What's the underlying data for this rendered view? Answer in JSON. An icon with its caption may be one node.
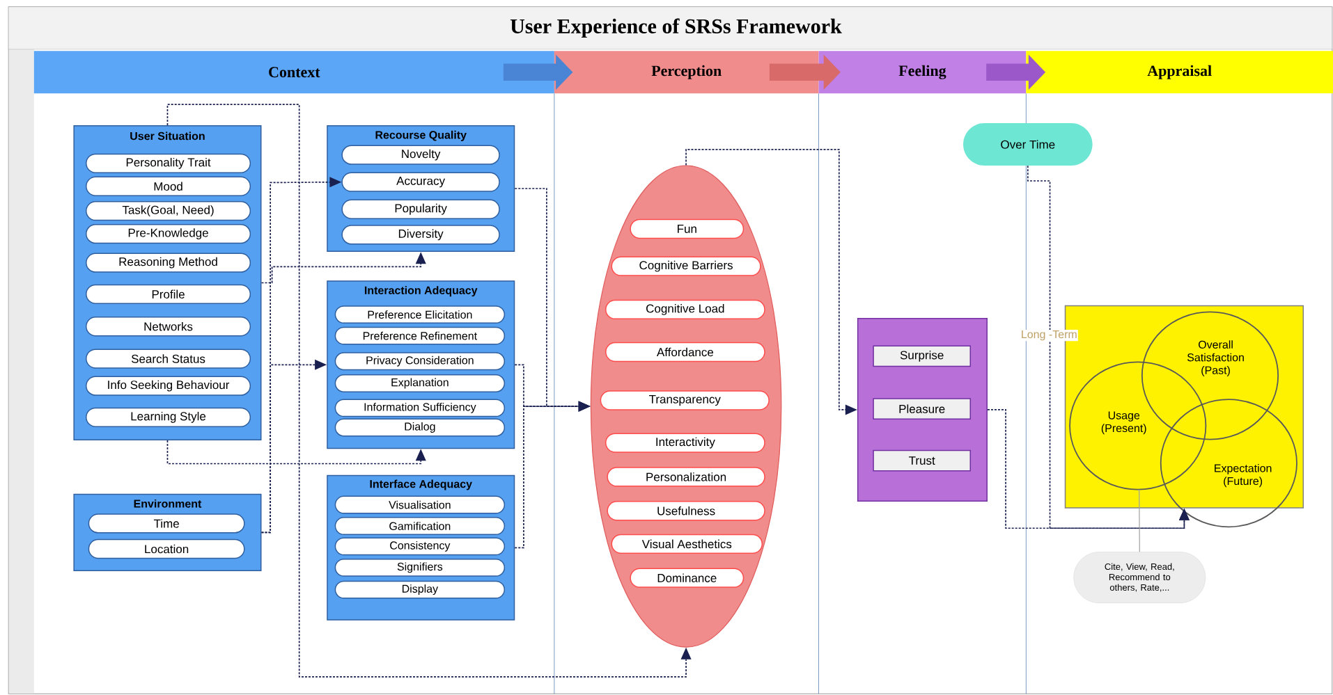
{
  "diagram": {
    "title": "User Experience of SRSs Framework",
    "nodes": [
      {
        "text": [
          "Context"
        ]
      },
      {
        "text": [
          "Perception"
        ]
      },
      {
        "text": [
          "Feeling"
        ]
      },
      {
        "text": [
          "Appraisal"
        ]
      },
      {
        "text": [
          "User Situation"
        ]
      },
      {
        "text": [
          "Personality Trait"
        ],
        "in": 4
      },
      {
        "text": [
          "Mood"
        ],
        "in": 4
      },
      {
        "text": [
          "Task(Goal, Need)"
        ],
        "in": 4
      },
      {
        "text": [
          "Pre-Knowledge"
        ],
        "in": 4
      },
      {
        "text": [
          "Reasoning Method"
        ],
        "in": 4
      },
      {
        "text": [
          "Profile"
        ],
        "in": 4
      },
      {
        "text": [
          "Networks"
        ],
        "in": 4
      },
      {
        "text": [
          "Search Status"
        ],
        "in": 4
      },
      {
        "text": [
          "Info Seeking Behaviour"
        ],
        "in": 4
      },
      {
        "text": [
          "Learning Style"
        ],
        "in": 4
      },
      {
        "text": [
          "Recourse Quality"
        ]
      },
      {
        "text": [
          "Novelty"
        ],
        "in": 15
      },
      {
        "text": [
          "Accuracy"
        ],
        "in": 15
      },
      {
        "text": [
          "Popularity"
        ],
        "in": 15
      },
      {
        "text": [
          "Diversity"
        ],
        "in": 15
      },
      {
        "text": [
          "Interaction Adequacy"
        ]
      },
      {
        "text": [
          "Preference Elicitation"
        ],
        "in": 20
      },
      {
        "text": [
          "Preference Refinement"
        ],
        "in": 20
      },
      {
        "text": [
          "Privacy Consideration"
        ],
        "in": 20
      },
      {
        "text": [
          "Explanation"
        ],
        "in": 20
      },
      {
        "text": [
          "Information Sufficiency"
        ],
        "in": 20
      },
      {
        "text": [
          "Dialog"
        ],
        "in": 20
      },
      {
        "text": [
          "Environment"
        ]
      },
      {
        "text": [
          "Time"
        ],
        "in": 27
      },
      {
        "text": [
          "Location"
        ],
        "in": 27
      },
      {
        "text": [
          "Interface Adequacy"
        ]
      },
      {
        "text": [
          "Visualisation"
        ],
        "in": 30
      },
      {
        "text": [
          "Gamification"
        ],
        "in": 30
      },
      {
        "text": [
          "Consistency"
        ],
        "in": 30
      },
      {
        "text": [
          "Signifiers"
        ],
        "in": 30
      },
      {
        "text": [
          "Display"
        ],
        "in": 30
      },
      {
        "text": [],
        "shape": "ellipse"
      },
      {
        "text": [
          "Fun"
        ],
        "in": 36
      },
      {
        "text": [
          "Cognitive Barriers"
        ],
        "in": 36
      },
      {
        "text": [
          "Cognitive Load"
        ],
        "in": 36
      },
      {
        "text": [
          "Affordance"
        ],
        "in": 36
      },
      {
        "text": [
          "Transparency"
        ],
        "in": 36
      },
      {
        "text": [
          "Interactivity"
        ],
        "in": 36
      },
      {
        "text": [
          "Personalization"
        ],
        "in": 36
      },
      {
        "text": [
          "Usefulness"
        ],
        "in": 36
      },
      {
        "text": [
          "Visual Aesthetics"
        ],
        "in": 36
      },
      {
        "text": [
          "Dominance"
        ],
        "in": 36
      },
      {
        "text": [
          "Over Time"
        ]
      },
      {
        "text": [],
        "shape": "box"
      },
      {
        "text": [
          "Surprise"
        ],
        "in": 48
      },
      {
        "text": [
          "Pleasure"
        ],
        "in": 48
      },
      {
        "text": [
          "Trust"
        ],
        "in": 48
      },
      {
        "text": [],
        "shape": "box"
      },
      {
        "text": [
          "Overall Satisfaction (Past)"
        ],
        "in": 52
      },
      {
        "text": [
          "Usage (Present)"
        ],
        "in": 52
      },
      {
        "text": [
          "Expectation (Future)"
        ],
        "in": 52
      },
      {
        "text": [
          "Cite, View, Read, Recommend to others, Rate,..."
        ]
      }
    ],
    "edges": [
      {
        "from": 0,
        "to": 1,
        "arrow": "to",
        "style": "thick",
        "color": "#4a84d4"
      },
      {
        "from": 1,
        "to": 2,
        "arrow": "to",
        "style": "thick",
        "color": "#d86a6a"
      },
      {
        "from": 2,
        "to": 3,
        "arrow": "to",
        "style": "thick",
        "color": "#9a58c8"
      },
      {
        "from": 4,
        "to": 36,
        "arrow": "to",
        "style": "dashed"
      },
      {
        "from": 4,
        "to": 20,
        "arrow": "to",
        "style": "dashed"
      },
      {
        "from": 4,
        "to": 15,
        "arrow": "to",
        "style": "dashed"
      },
      {
        "from": 27,
        "to": 17,
        "arrow": "to",
        "style": "dashed"
      },
      {
        "from": 27,
        "to": 20,
        "arrow": "to",
        "style": "dashed"
      },
      {
        "from": 15,
        "to": 36,
        "arrow": "to",
        "style": "dashed"
      },
      {
        "from": 20,
        "to": 36,
        "arrow": "to",
        "style": "dashed"
      },
      {
        "from": 30,
        "to": 36,
        "arrow": "to",
        "style": "dashed"
      },
      {
        "from": 36,
        "to": 48,
        "arrow": "to",
        "style": "dashed"
      },
      {
        "from": 48,
        "to": 52,
        "arrow": "to",
        "style": "dashed"
      },
      {
        "from": 47,
        "to": 52,
        "arrow": "to",
        "style": "dashed",
        "label": "Long -Term"
      },
      {
        "from": 56,
        "to": 54,
        "arrow": "none",
        "color": "#a0a0a0"
      }
    ]
  }
}
